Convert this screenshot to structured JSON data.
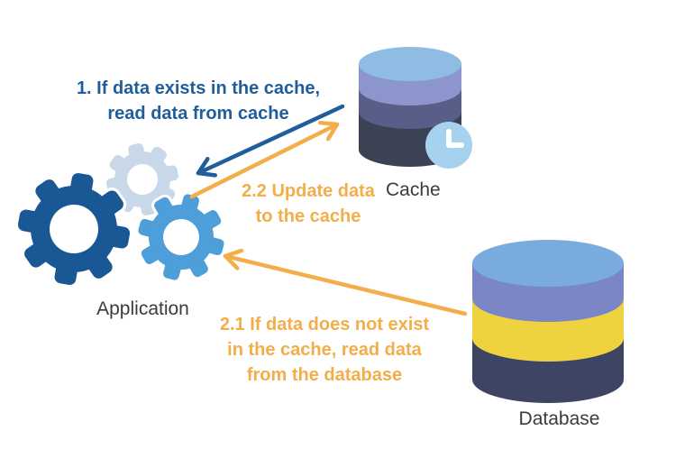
{
  "diagram": {
    "title": "cache-aside-pattern",
    "annotations": {
      "step1": {
        "lines": [
          "1. If data exists in the cache,",
          "read data from cache"
        ]
      },
      "step2_2": {
        "lines": [
          "2.2 Update data",
          "to the cache"
        ]
      },
      "step2_1": {
        "lines": [
          "2.1 If data does not exist",
          "in the cache, read data",
          "from the database"
        ]
      }
    },
    "nodes": {
      "application": {
        "label": "Application",
        "icon": "gears-icon"
      },
      "cache": {
        "label": "Cache",
        "icon": "cache-cylinder-with-clock-icon"
      },
      "database": {
        "label": "Database",
        "icon": "database-cylinder-icon"
      }
    },
    "arrows": [
      {
        "name": "read-data-from-cache",
        "color": "blue",
        "from": "cache",
        "to": "application"
      },
      {
        "name": "update-data-to-cache",
        "color": "orange",
        "from": "application",
        "to": "cache"
      },
      {
        "name": "read-data-from-database",
        "color": "orange",
        "from": "database",
        "to": "application"
      }
    ],
    "colors": {
      "background": "#ffffff",
      "text-blue": "#1f5d9b",
      "text-orange": "#f3ae4a",
      "arrow-blue": "#1f5d9b",
      "arrow-orange": "#f3ae4a",
      "label-dark": "#3b3b3b",
      "gear-dark": "#1a5795",
      "gear-light": "#c8d8e8",
      "gear-medium": "#4d9ed9",
      "cache-top": "#8fbce3",
      "cache-band1": "#8d96cc",
      "cache-band2": "#585e88",
      "cache-band3": "#3a4254",
      "db-top": "#79abdc",
      "db-band1": "#7b86c6",
      "db-band2": "#eed23f",
      "db-band3": "#3e4464",
      "clock-fill": "#a7d2ef",
      "clock-hands": "#ffffff"
    }
  }
}
